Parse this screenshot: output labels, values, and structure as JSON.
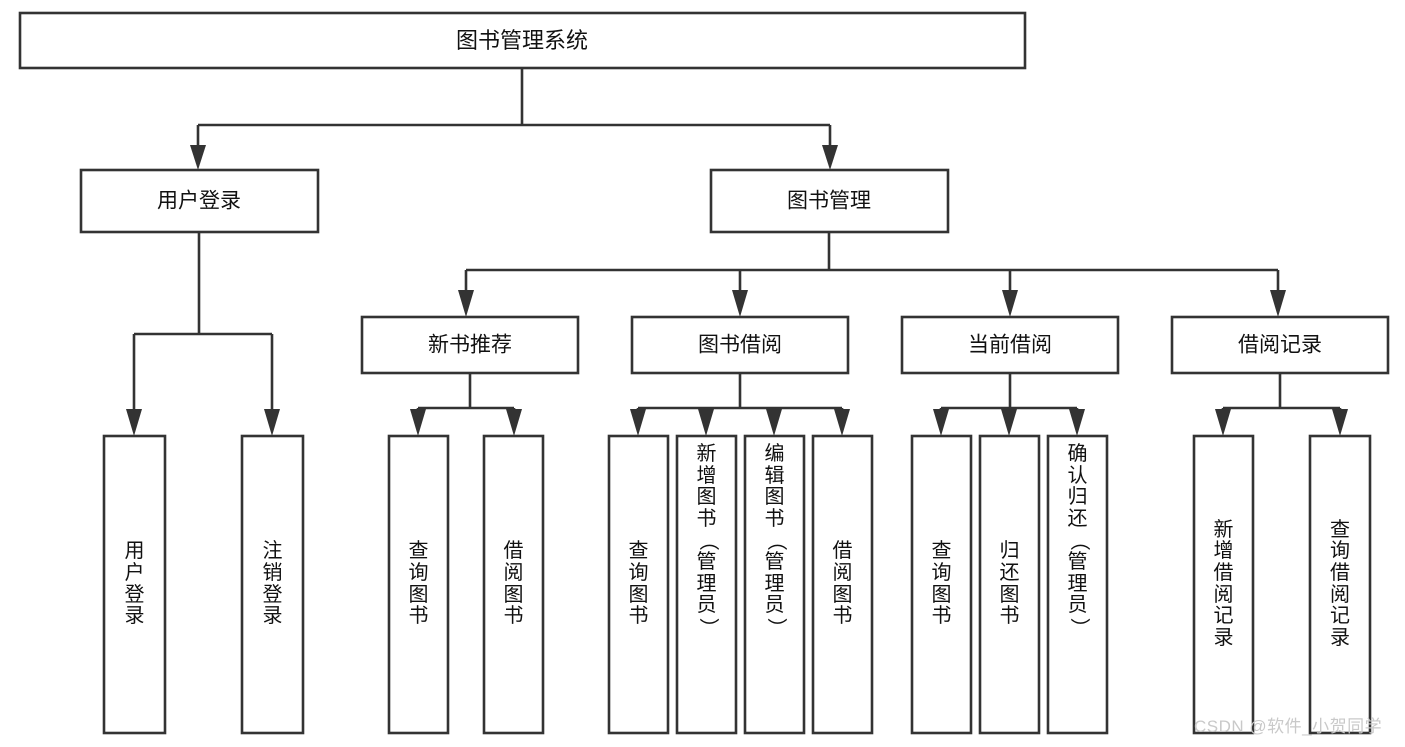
{
  "diagram": {
    "type": "hierarchy-tree",
    "title": "图书管理系统",
    "root": {
      "label": "图书管理系统"
    },
    "level2": [
      {
        "id": "user-login",
        "label": "用户登录"
      },
      {
        "id": "book-manage",
        "label": "图书管理"
      }
    ],
    "level3": [
      {
        "id": "new-book-rec",
        "label": "新书推荐",
        "parent": "book-manage"
      },
      {
        "id": "book-borrow",
        "label": "图书借阅",
        "parent": "book-manage"
      },
      {
        "id": "current-borrow",
        "label": "当前借阅",
        "parent": "book-manage"
      },
      {
        "id": "borrow-record",
        "label": "借阅记录",
        "parent": "book-manage"
      }
    ],
    "leaves": [
      {
        "id": "leaf-user-login",
        "parent": "user-login",
        "label": "用户登录"
      },
      {
        "id": "leaf-user-logout",
        "parent": "user-login",
        "label": "注销登录"
      },
      {
        "id": "leaf-query-book-1",
        "parent": "new-book-rec",
        "label": "查询图书"
      },
      {
        "id": "leaf-borrow-book-1",
        "parent": "new-book-rec",
        "label": "借阅图书"
      },
      {
        "id": "leaf-query-book-2",
        "parent": "book-borrow",
        "label": "查询图书"
      },
      {
        "id": "leaf-add-book",
        "parent": "book-borrow",
        "label": "新增图书（管理员）"
      },
      {
        "id": "leaf-edit-book",
        "parent": "book-borrow",
        "label": "编辑图书（管理员）"
      },
      {
        "id": "leaf-borrow-book-2",
        "parent": "book-borrow",
        "label": "借阅图书"
      },
      {
        "id": "leaf-query-book-3",
        "parent": "current-borrow",
        "label": "查询图书"
      },
      {
        "id": "leaf-return-book",
        "parent": "current-borrow",
        "label": "归还图书"
      },
      {
        "id": "leaf-confirm-return",
        "parent": "current-borrow",
        "label": "确认归还（管理员）"
      },
      {
        "id": "leaf-add-record",
        "parent": "borrow-record",
        "label": "新增借阅记录"
      },
      {
        "id": "leaf-query-record",
        "parent": "borrow-record",
        "label": "查询借阅记录"
      }
    ]
  },
  "watermark": {
    "text": "CSDN @软件_小贺同学"
  },
  "colors": {
    "stroke": "#333333",
    "box_fill": "#ffffff",
    "text": "#111111",
    "watermark": "#c9c9c9",
    "background": "#ffffff"
  }
}
